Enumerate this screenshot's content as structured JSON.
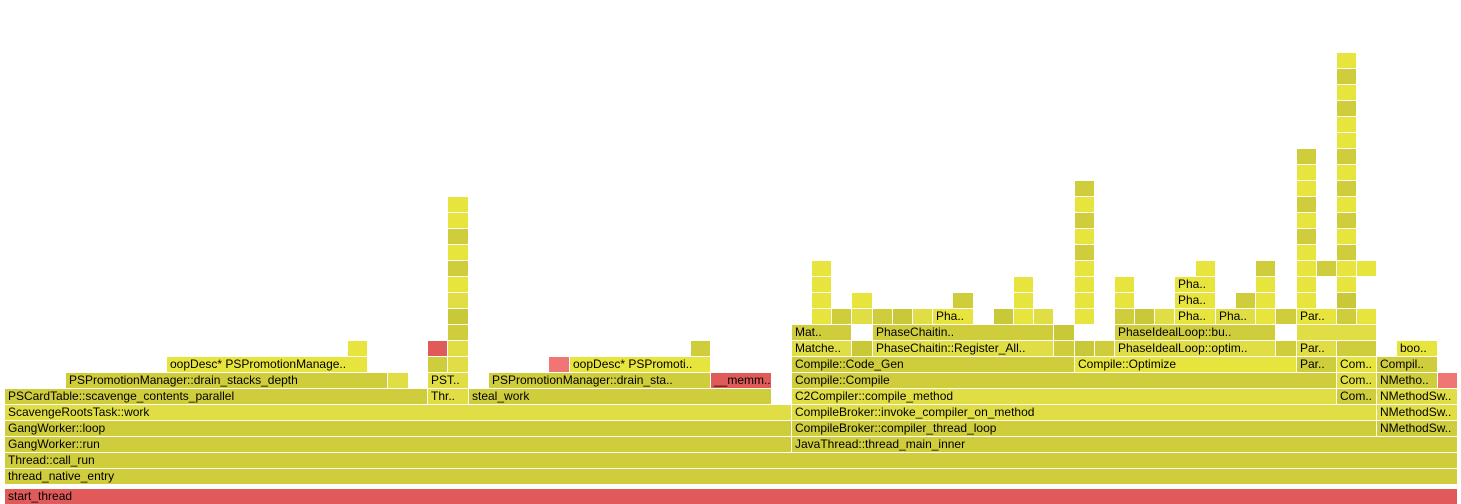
{
  "flamegraph": {
    "colors": {
      "c1": "#d0cd3d",
      "c2": "#e1de45",
      "c3": "#e8e43e",
      "c4": "#c9c839",
      "red": "#e05a5a",
      "pink": "#f07676"
    },
    "frames": [
      {
        "d": 0,
        "s": 5,
        "e": 1458,
        "t": "start_thread",
        "c": "red"
      },
      {
        "d": 1,
        "s": 5,
        "e": 1458,
        "t": "thread_native_entry",
        "c": "c1"
      },
      {
        "d": 2,
        "s": 5,
        "e": 1458,
        "t": "Thread::call_run",
        "c": "c1"
      },
      {
        "d": 3,
        "s": 5,
        "e": 792,
        "t": "GangWorker::run",
        "c": "c1"
      },
      {
        "d": 3,
        "s": 792,
        "e": 1458,
        "t": "JavaThread::thread_main_inner",
        "c": "c1"
      },
      {
        "d": 4,
        "s": 5,
        "e": 792,
        "t": "GangWorker::loop",
        "c": "c1"
      },
      {
        "d": 4,
        "s": 792,
        "e": 1377,
        "t": "CompileBroker::compiler_thread_loop",
        "c": "c1"
      },
      {
        "d": 4,
        "s": 1377,
        "e": 1458,
        "t": "NMethodSw..",
        "c": "c1"
      },
      {
        "d": 5,
        "s": 5,
        "e": 792,
        "t": "ScavengeRootsTask::work",
        "c": "c2"
      },
      {
        "d": 5,
        "s": 792,
        "e": 1377,
        "t": "CompileBroker::invoke_compiler_on_method",
        "c": "c2"
      },
      {
        "d": 5,
        "s": 1377,
        "e": 1458,
        "t": "NMethodSw..",
        "c": "c2"
      },
      {
        "d": 6,
        "s": 5,
        "e": 428,
        "t": "PSCardTable::scavenge_contents_parallel",
        "c": "c1"
      },
      {
        "d": 6,
        "s": 428,
        "e": 469,
        "t": "Thr..",
        "c": "c2"
      },
      {
        "d": 6,
        "s": 469,
        "e": 772,
        "t": "steal_work",
        "c": "c1"
      },
      {
        "d": 6,
        "s": 792,
        "e": 1337,
        "t": "C2Compiler::compile_method",
        "c": "c2"
      },
      {
        "d": 6,
        "s": 1337,
        "e": 1377,
        "t": "Com..",
        "c": "c1"
      },
      {
        "d": 6,
        "s": 1377,
        "e": 1458,
        "t": "NMethodSw..",
        "c": "c2"
      },
      {
        "d": 7,
        "s": 66,
        "e": 388,
        "t": "PSPromotionManager::drain_stacks_depth",
        "c": "c1"
      },
      {
        "d": 7,
        "s": 388,
        "e": 409,
        "t": "",
        "c": "c2"
      },
      {
        "d": 7,
        "s": 428,
        "e": 469,
        "t": "PST..",
        "c": "c2"
      },
      {
        "d": 7,
        "s": 489,
        "e": 711,
        "t": "PSPromotionManager::drain_sta..",
        "c": "c1"
      },
      {
        "d": 7,
        "s": 711,
        "e": 772,
        "t": "__memm..",
        "c": "red"
      },
      {
        "d": 7,
        "s": 792,
        "e": 1337,
        "t": "Compile::Compile",
        "c": "c1"
      },
      {
        "d": 7,
        "s": 1337,
        "e": 1377,
        "t": "Com..",
        "c": "c2"
      },
      {
        "d": 7,
        "s": 1377,
        "e": 1438,
        "t": "NMetho..",
        "c": "c1"
      },
      {
        "d": 7,
        "s": 1438,
        "e": 1458,
        "t": "",
        "c": "pink"
      },
      {
        "d": 8,
        "s": 167,
        "e": 368,
        "t": "oopDesc* PSPromotionManage..",
        "c": "c3"
      },
      {
        "d": 8,
        "s": 428,
        "e": 448,
        "t": "",
        "c": "c1"
      },
      {
        "d": 8,
        "s": 448,
        "e": 469,
        "t": "",
        "c": "c2"
      },
      {
        "d": 8,
        "s": 549,
        "e": 570,
        "t": "",
        "c": "pink"
      },
      {
        "d": 8,
        "s": 570,
        "e": 711,
        "t": "oopDesc* PSPromoti..",
        "c": "c3"
      },
      {
        "d": 8,
        "s": 792,
        "e": 1075,
        "t": "Compile::Code_Gen",
        "c": "c1"
      },
      {
        "d": 8,
        "s": 1075,
        "e": 1297,
        "t": "Compile::Optimize",
        "c": "c3"
      },
      {
        "d": 8,
        "s": 1297,
        "e": 1337,
        "t": "Par..",
        "c": "c1"
      },
      {
        "d": 8,
        "s": 1337,
        "e": 1377,
        "t": "Com..",
        "c": "c3"
      },
      {
        "d": 8,
        "s": 1377,
        "e": 1438,
        "t": "Compil..",
        "c": "c1"
      },
      {
        "d": 9,
        "s": 348,
        "e": 368,
        "t": "",
        "c": "c3"
      },
      {
        "d": 9,
        "s": 428,
        "e": 448,
        "t": "",
        "c": "red"
      },
      {
        "d": 9,
        "s": 448,
        "e": 469,
        "t": "",
        "c": "c2"
      },
      {
        "d": 9,
        "s": 691,
        "e": 711,
        "t": "",
        "c": "c1"
      },
      {
        "d": 9,
        "s": 792,
        "e": 852,
        "t": "Matche..",
        "c": "c2"
      },
      {
        "d": 9,
        "s": 852,
        "e": 873,
        "t": "",
        "c": "c4"
      },
      {
        "d": 9,
        "s": 873,
        "e": 1054,
        "t": "PhaseChaitin::Register_All..",
        "c": "c2"
      },
      {
        "d": 9,
        "s": 1054,
        "e": 1075,
        "t": "",
        "c": "c1"
      },
      {
        "d": 9,
        "s": 1075,
        "e": 1095,
        "t": "",
        "c": "c4"
      },
      {
        "d": 9,
        "s": 1095,
        "e": 1115,
        "t": "",
        "c": "c1"
      },
      {
        "d": 9,
        "s": 1115,
        "e": 1276,
        "t": "PhaseIdealLoop::optim..",
        "c": "c2"
      },
      {
        "d": 9,
        "s": 1276,
        "e": 1297,
        "t": "",
        "c": "c1"
      },
      {
        "d": 9,
        "s": 1297,
        "e": 1337,
        "t": "Par..",
        "c": "c2"
      },
      {
        "d": 9,
        "s": 1337,
        "e": 1377,
        "t": "",
        "c": "c1"
      },
      {
        "d": 9,
        "s": 1397,
        "e": 1438,
        "t": "boo..",
        "c": "c3"
      },
      {
        "d": 10,
        "s": 448,
        "e": 469,
        "t": "",
        "c": "c1"
      },
      {
        "d": 10,
        "s": 792,
        "e": 852,
        "t": "Mat..",
        "c": "c1"
      },
      {
        "d": 10,
        "s": 873,
        "e": 1054,
        "t": "PhaseChaitin..",
        "c": "c1"
      },
      {
        "d": 10,
        "s": 1054,
        "e": 1075,
        "t": "",
        "c": "c4"
      },
      {
        "d": 10,
        "s": 1115,
        "e": 1276,
        "t": "PhaseIdealLoop::bu..",
        "c": "c1"
      },
      {
        "d": 10,
        "s": 1297,
        "e": 1377,
        "t": "",
        "c": "c2"
      },
      {
        "d": 11,
        "s": 448,
        "e": 469,
        "t": "",
        "c": "c4"
      },
      {
        "d": 11,
        "s": 812,
        "e": 832,
        "t": "",
        "c": "c3"
      },
      {
        "d": 11,
        "s": 832,
        "e": 852,
        "t": "",
        "c": "c1"
      },
      {
        "d": 11,
        "s": 852,
        "e": 873,
        "t": "",
        "c": "c2"
      },
      {
        "d": 11,
        "s": 873,
        "e": 893,
        "t": "",
        "c": "c1"
      },
      {
        "d": 11,
        "s": 893,
        "e": 913,
        "t": "",
        "c": "c4"
      },
      {
        "d": 11,
        "s": 913,
        "e": 933,
        "t": "",
        "c": "c2"
      },
      {
        "d": 11,
        "s": 933,
        "e": 974,
        "t": "Pha..",
        "c": "c3"
      },
      {
        "d": 11,
        "s": 994,
        "e": 1014,
        "t": "",
        "c": "c4"
      },
      {
        "d": 11,
        "s": 1014,
        "e": 1034,
        "t": "",
        "c": "c3"
      },
      {
        "d": 11,
        "s": 1034,
        "e": 1054,
        "t": "",
        "c": "c2"
      },
      {
        "d": 11,
        "s": 1075,
        "e": 1095,
        "t": "",
        "c": "c3"
      },
      {
        "d": 11,
        "s": 1115,
        "e": 1135,
        "t": "",
        "c": "c1"
      },
      {
        "d": 11,
        "s": 1135,
        "e": 1155,
        "t": "",
        "c": "c4"
      },
      {
        "d": 11,
        "s": 1155,
        "e": 1175,
        "t": "",
        "c": "c2"
      },
      {
        "d": 11,
        "s": 1175,
        "e": 1216,
        "t": "Pha..",
        "c": "c3"
      },
      {
        "d": 11,
        "s": 1216,
        "e": 1256,
        "t": "Pha..",
        "c": "c2"
      },
      {
        "d": 11,
        "s": 1256,
        "e": 1276,
        "t": "",
        "c": "c3"
      },
      {
        "d": 11,
        "s": 1276,
        "e": 1297,
        "t": "",
        "c": "c1"
      },
      {
        "d": 11,
        "s": 1297,
        "e": 1337,
        "t": "Par..",
        "c": "c3"
      },
      {
        "d": 11,
        "s": 1337,
        "e": 1357,
        "t": "",
        "c": "c1"
      },
      {
        "d": 11,
        "s": 1357,
        "e": 1377,
        "t": "",
        "c": "c3"
      },
      {
        "d": 12,
        "s": 448,
        "e": 469,
        "t": "",
        "c": "c2"
      },
      {
        "d": 12,
        "s": 812,
        "e": 832,
        "t": "",
        "c": "c3"
      },
      {
        "d": 12,
        "s": 852,
        "e": 873,
        "t": "",
        "c": "c3"
      },
      {
        "d": 12,
        "s": 953,
        "e": 974,
        "t": "",
        "c": "c1"
      },
      {
        "d": 12,
        "s": 1014,
        "e": 1034,
        "t": "",
        "c": "c3"
      },
      {
        "d": 12,
        "s": 1075,
        "e": 1095,
        "t": "",
        "c": "c3"
      },
      {
        "d": 12,
        "s": 1115,
        "e": 1135,
        "t": "",
        "c": "c3"
      },
      {
        "d": 12,
        "s": 1175,
        "e": 1216,
        "t": "Pha..",
        "c": "c3"
      },
      {
        "d": 12,
        "s": 1236,
        "e": 1256,
        "t": "",
        "c": "c1"
      },
      {
        "d": 12,
        "s": 1256,
        "e": 1276,
        "t": "",
        "c": "c3"
      },
      {
        "d": 12,
        "s": 1297,
        "e": 1317,
        "t": "",
        "c": "c3"
      },
      {
        "d": 12,
        "s": 1337,
        "e": 1357,
        "t": "",
        "c": "c4"
      },
      {
        "d": 13,
        "s": 448,
        "e": 469,
        "t": "",
        "c": "c3"
      },
      {
        "d": 13,
        "s": 812,
        "e": 832,
        "t": "",
        "c": "c3"
      },
      {
        "d": 13,
        "s": 1014,
        "e": 1034,
        "t": "",
        "c": "c3"
      },
      {
        "d": 13,
        "s": 1075,
        "e": 1095,
        "t": "",
        "c": "c3"
      },
      {
        "d": 13,
        "s": 1115,
        "e": 1135,
        "t": "",
        "c": "c3"
      },
      {
        "d": 13,
        "s": 1175,
        "e": 1216,
        "t": "Pha..",
        "c": "c3"
      },
      {
        "d": 13,
        "s": 1256,
        "e": 1276,
        "t": "",
        "c": "c3"
      },
      {
        "d": 13,
        "s": 1297,
        "e": 1317,
        "t": "",
        "c": "c3"
      },
      {
        "d": 13,
        "s": 1337,
        "e": 1357,
        "t": "",
        "c": "c3"
      },
      {
        "d": 14,
        "s": 448,
        "e": 469,
        "t": "",
        "c": "c1"
      },
      {
        "d": 14,
        "s": 812,
        "e": 832,
        "t": "",
        "c": "c3"
      },
      {
        "d": 14,
        "s": 1075,
        "e": 1095,
        "t": "",
        "c": "c3"
      },
      {
        "d": 14,
        "s": 1196,
        "e": 1216,
        "t": "",
        "c": "c3"
      },
      {
        "d": 14,
        "s": 1256,
        "e": 1276,
        "t": "",
        "c": "c1"
      },
      {
        "d": 14,
        "s": 1297,
        "e": 1317,
        "t": "",
        "c": "c3"
      },
      {
        "d": 14,
        "s": 1317,
        "e": 1337,
        "t": "",
        "c": "c1"
      },
      {
        "d": 14,
        "s": 1337,
        "e": 1357,
        "t": "",
        "c": "c3"
      },
      {
        "d": 14,
        "s": 1357,
        "e": 1377,
        "t": "",
        "c": "c3"
      },
      {
        "d": 15,
        "s": 448,
        "e": 469,
        "t": "",
        "c": "c3"
      },
      {
        "d": 15,
        "s": 1075,
        "e": 1095,
        "t": "",
        "c": "c1"
      },
      {
        "d": 15,
        "s": 1297,
        "e": 1317,
        "t": "",
        "c": "c3"
      },
      {
        "d": 15,
        "s": 1337,
        "e": 1357,
        "t": "",
        "c": "c1"
      },
      {
        "d": 16,
        "s": 448,
        "e": 469,
        "t": "",
        "c": "c1"
      },
      {
        "d": 16,
        "s": 1075,
        "e": 1095,
        "t": "",
        "c": "c3"
      },
      {
        "d": 16,
        "s": 1297,
        "e": 1317,
        "t": "",
        "c": "c1"
      },
      {
        "d": 16,
        "s": 1337,
        "e": 1357,
        "t": "",
        "c": "c3"
      },
      {
        "d": 17,
        "s": 448,
        "e": 469,
        "t": "",
        "c": "c3"
      },
      {
        "d": 17,
        "s": 1075,
        "e": 1095,
        "t": "",
        "c": "c1"
      },
      {
        "d": 17,
        "s": 1297,
        "e": 1317,
        "t": "",
        "c": "c3"
      },
      {
        "d": 17,
        "s": 1337,
        "e": 1357,
        "t": "",
        "c": "c1"
      },
      {
        "d": 18,
        "s": 448,
        "e": 469,
        "t": "",
        "c": "c3"
      },
      {
        "d": 18,
        "s": 1075,
        "e": 1095,
        "t": "",
        "c": "c3"
      },
      {
        "d": 18,
        "s": 1297,
        "e": 1317,
        "t": "",
        "c": "c1"
      },
      {
        "d": 18,
        "s": 1337,
        "e": 1357,
        "t": "",
        "c": "c3"
      },
      {
        "d": 19,
        "s": 1075,
        "e": 1095,
        "t": "",
        "c": "c1"
      },
      {
        "d": 19,
        "s": 1297,
        "e": 1317,
        "t": "",
        "c": "c3"
      },
      {
        "d": 19,
        "s": 1337,
        "e": 1357,
        "t": "",
        "c": "c1"
      },
      {
        "d": 20,
        "s": 1297,
        "e": 1317,
        "t": "",
        "c": "c3"
      },
      {
        "d": 20,
        "s": 1337,
        "e": 1357,
        "t": "",
        "c": "c3"
      },
      {
        "d": 21,
        "s": 1297,
        "e": 1317,
        "t": "",
        "c": "c1"
      },
      {
        "d": 21,
        "s": 1337,
        "e": 1357,
        "t": "",
        "c": "c1"
      },
      {
        "d": 22,
        "s": 1337,
        "e": 1357,
        "t": "",
        "c": "c3"
      },
      {
        "d": 23,
        "s": 1337,
        "e": 1357,
        "t": "",
        "c": "c3"
      },
      {
        "d": 24,
        "s": 1337,
        "e": 1357,
        "t": "",
        "c": "c1"
      },
      {
        "d": 25,
        "s": 1337,
        "e": 1357,
        "t": "",
        "c": "c3"
      },
      {
        "d": 26,
        "s": 1337,
        "e": 1357,
        "t": "",
        "c": "c1"
      },
      {
        "d": 27,
        "s": 1337,
        "e": 1357,
        "t": "",
        "c": "c3"
      }
    ]
  }
}
